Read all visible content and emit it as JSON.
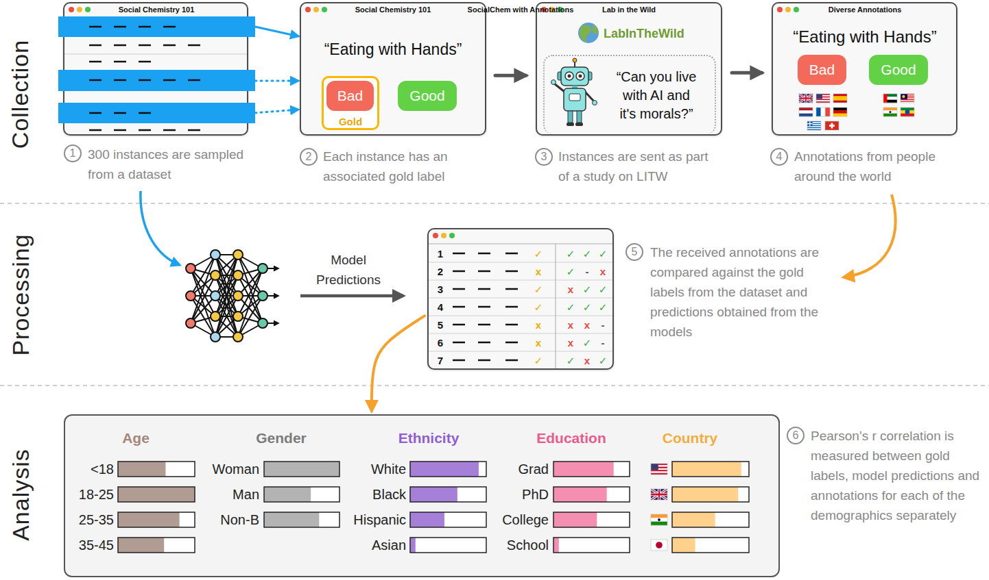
{
  "diagram": {
    "nodes": [
      {
        "text": [
          "Social Chemistry 101"
        ]
      },
      {
        "text": [
          "Social Chemistry 101",
          "“Eating with Hands”"
        ]
      },
      {
        "text": [
          "Gold"
        ],
        "in": 1
      },
      {
        "text": [
          "Bad"
        ],
        "in": 2
      },
      {
        "text": [
          "Good"
        ],
        "in": 1
      },
      {
        "text": [
          "Lab in the Wild",
          "LabInTheWild"
        ]
      },
      {
        "text": [
          "“Can you live with AI and it's morals?”"
        ],
        "in": 5
      },
      {
        "text": [
          "Diverse Annotations",
          "“Eating with Hands”"
        ]
      },
      {
        "text": [
          "Bad"
        ],
        "in": 7
      },
      {
        "text": [
          "Good"
        ],
        "in": 7
      },
      {
        "text": [
          "SocialChem with Annotations"
        ]
      },
      {
        "text": [
          "Age",
          "<18",
          "18-25",
          "25-35",
          "35-45",
          "Gender",
          "Woman",
          "Man",
          "Non-B",
          "Ethnicity",
          "White",
          "Black",
          "Hispanic",
          "Asian",
          "Education",
          "Grad",
          "PhD",
          "College",
          "School",
          "Country"
        ]
      }
    ],
    "edges": [
      {
        "from": 0,
        "to": 1,
        "arrow": "to"
      },
      {
        "from": 0,
        "to": 1,
        "arrow": "to"
      },
      {
        "from": 0,
        "to": 1,
        "arrow": "to"
      },
      {
        "from": 1,
        "to": 5,
        "arrow": "to"
      },
      {
        "from": 5,
        "to": 7,
        "arrow": "to"
      },
      {
        "from": 10,
        "to": 11,
        "arrow": "to"
      }
    ],
    "labels": [
      "Collection",
      "1",
      "300 instances are sampled from a dataset",
      "2",
      "Each instance has an associated gold label",
      "3",
      "Instances are sent as part of a study on LITW",
      "4",
      "Annotations from people around the world",
      "Processing",
      "Model Predictions",
      "1",
      "✓",
      "✓",
      "✓",
      "✓",
      "2",
      "x",
      "✓",
      "-",
      "x",
      "3",
      "✓",
      "x",
      "✓",
      "✓",
      "4",
      "✓",
      "✓",
      "✓",
      "✓",
      "5",
      "x",
      "x",
      "x",
      "-",
      "6",
      "x",
      "x",
      "✓",
      "-",
      "7",
      "✓",
      "✓",
      "x",
      "✓",
      "5",
      "The received annotations are compared against the gold labels from the dataset and predictions obtained from the models",
      "Analysis",
      "6",
      "Pearson’s r correlation is measured between gold labels, model predictions and annotations for each of the demographics separately"
    ]
  }
}
